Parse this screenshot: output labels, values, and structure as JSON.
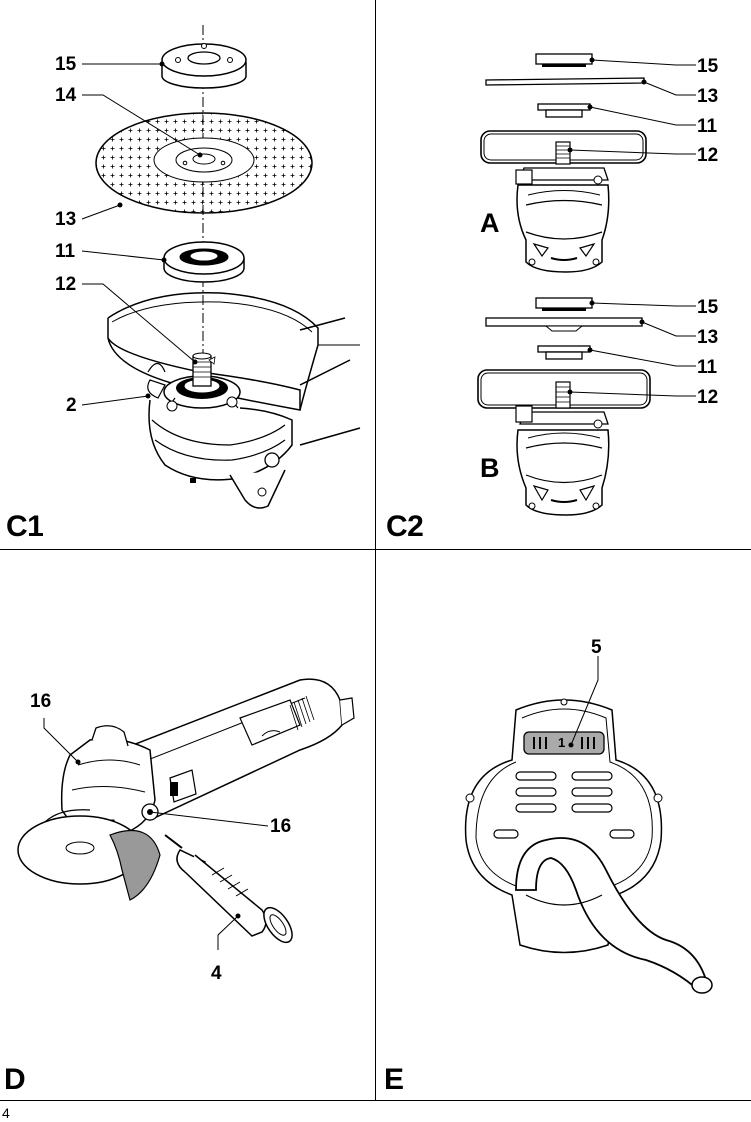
{
  "figures": [
    {
      "id": "C1",
      "label": "C1",
      "callouts": [
        "15",
        "14",
        "13",
        "11",
        "12",
        "2"
      ]
    },
    {
      "id": "C2",
      "label": "C2",
      "sublabels": [
        "A",
        "B"
      ],
      "callouts_a": [
        "15",
        "13",
        "11",
        "12"
      ],
      "callouts_b": [
        "15",
        "13",
        "11",
        "12"
      ]
    },
    {
      "id": "D",
      "label": "D",
      "callouts": [
        "16",
        "16",
        "4"
      ]
    },
    {
      "id": "E",
      "label": "E",
      "callouts": [
        "5"
      ],
      "switch_text": "1"
    }
  ],
  "page_number": "4"
}
